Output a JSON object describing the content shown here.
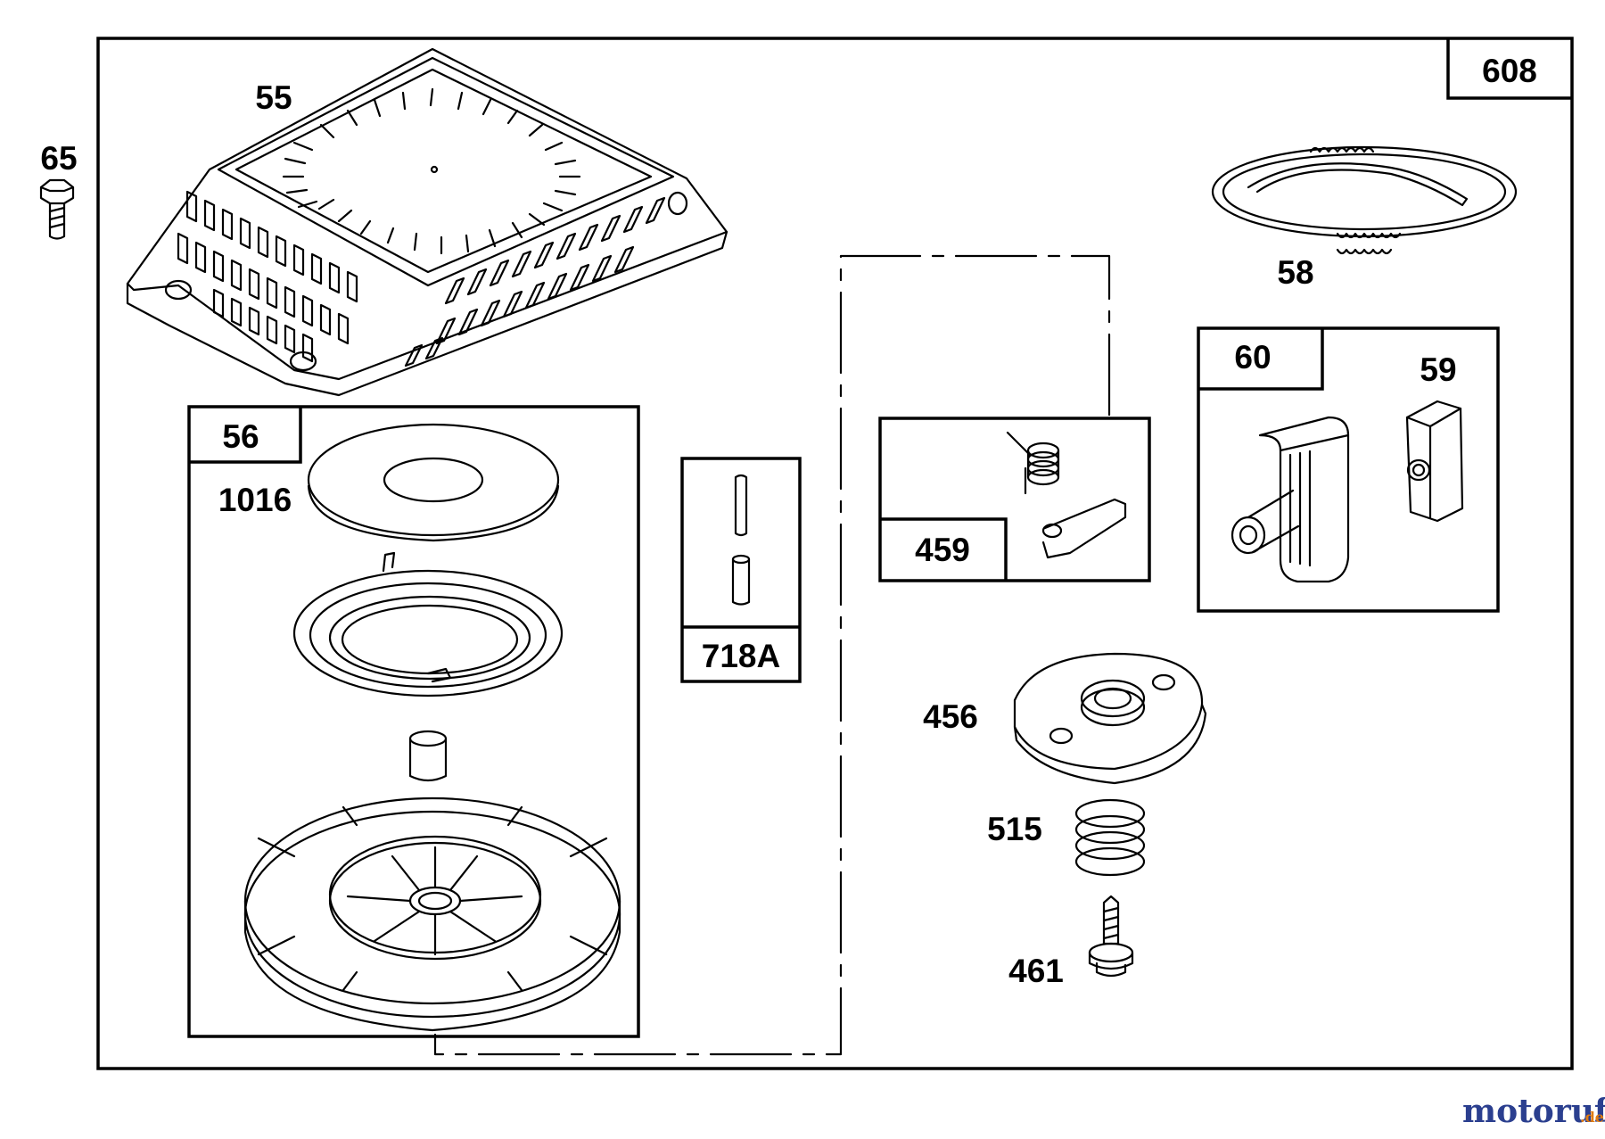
{
  "parts": {
    "frame_label": "608",
    "p65": "65",
    "p55": "55",
    "p58": "58",
    "p56": "56",
    "p1016": "1016",
    "p718a": "718A",
    "p459": "459",
    "p60": "60",
    "p59": "59",
    "p456": "456",
    "p515": "515",
    "p461": "461"
  },
  "watermark": {
    "name": "motoruf",
    "suffix": ".de",
    "colors": {
      "blue": "#2b3f8f",
      "orange": "#e07b10"
    }
  }
}
